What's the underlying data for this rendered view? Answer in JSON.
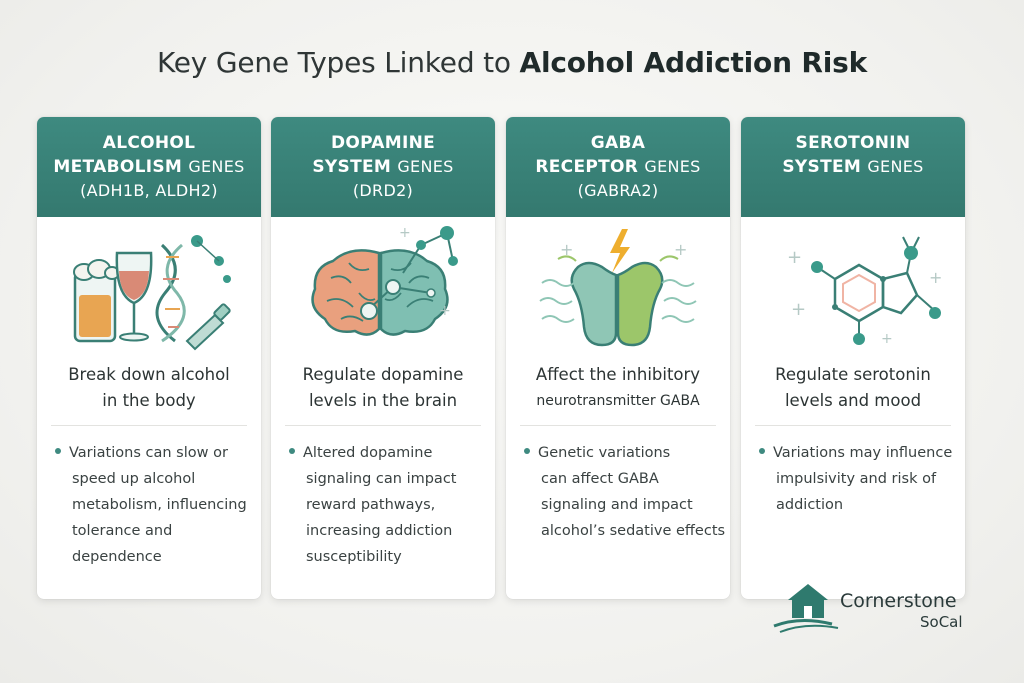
{
  "title": {
    "prefix": "Key Gene Types Linked to ",
    "bold": "Alcohol Addiction Risk"
  },
  "cards": [
    {
      "head_l1": "ALCOHOL",
      "head_l2": "METABOLISM",
      "head_l2_small": "GENES",
      "head_l3": "(ADH1B, ALDH2)",
      "icon": "alcohol-dna-icon",
      "summary_1": "Break down alcohol",
      "summary_2": "in the body",
      "detail_lines": [
        "Variations can slow or",
        "speed up alcohol",
        "metabolism, influencing",
        "tolerance and",
        "dependence"
      ]
    },
    {
      "head_l1": "DOPAMINE",
      "head_l2": "SYSTEM",
      "head_l2_small": "GENES",
      "head_l3": "(DRD2)",
      "icon": "brain-molecule-icon",
      "summary_1": "Regulate dopamine",
      "summary_2": "levels in the brain",
      "detail_lines": [
        "Altered dopamine",
        "signaling can impact",
        "reward pathways,",
        "increasing addiction",
        "susceptibility"
      ]
    },
    {
      "head_l1": "GABA",
      "head_l2": "RECEPTOR",
      "head_l2_small": "GENES",
      "head_l3": "(GABRA2)",
      "icon": "receptor-lightning-icon",
      "summary_1": "Affect the inhibitory",
      "summary_2": "neurotransmitter GABA",
      "detail_lines": [
        "Genetic variations",
        "can affect GABA",
        "signaling and impact",
        "alcohol’s sedative effects"
      ]
    },
    {
      "head_l1": "SEROTONIN",
      "head_l2": "SYSTEM",
      "head_l2_small": "GENES",
      "head_l3": "",
      "icon": "serotonin-molecule-icon",
      "summary_1": "Regulate serotonin",
      "summary_2": "levels and mood",
      "detail_lines": [
        "Variations may influence",
        "impulsivity and risk of",
        "addiction"
      ]
    }
  ],
  "logo": {
    "name": "Cornerstone",
    "sub": "SoCal",
    "icon": "house-logo-icon"
  },
  "colors": {
    "accent": "#3e8a80",
    "header": "#34796f",
    "background": "#f3f3f0"
  }
}
